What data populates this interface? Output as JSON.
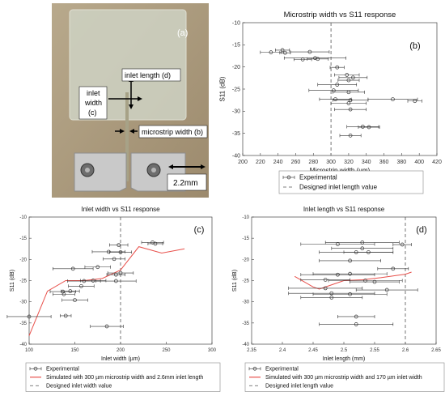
{
  "photo": {
    "panel_label": "(a)",
    "labels": {
      "inlet_length": "inlet length (d)",
      "inlet_width_1": "inlet",
      "inlet_width_2": "width",
      "inlet_width_3": "(c)",
      "microstrip_width": "microstrip width (b)",
      "scale": "2.2mm"
    }
  },
  "chart_data": [
    {
      "id": "b",
      "type": "scatter",
      "title": "Microstrip width vs S11 response",
      "panel_label": "(b)",
      "xlabel": "Microstrip width (µm)",
      "ylabel": "S11 (dB)",
      "xlim": [
        200,
        420
      ],
      "ylim": [
        -40,
        -10
      ],
      "xticks": [
        200,
        220,
        240,
        260,
        280,
        300,
        320,
        340,
        360,
        380,
        400,
        420
      ],
      "yticks": [
        -10,
        -15,
        -20,
        -25,
        -30,
        -35,
        -40
      ],
      "grid": false,
      "reference_line": {
        "x": 300
      },
      "legend": [
        "Experimental",
        "Designed inlet length value"
      ],
      "legend_position": "below",
      "points": [
        {
          "x": 232,
          "y": -16.7,
          "xerr": 12
        },
        {
          "x": 245,
          "y": -16.2,
          "xerr": 8
        },
        {
          "x": 248,
          "y": -16.8,
          "xerr": 6
        },
        {
          "x": 276,
          "y": -16.6,
          "xerr": 22
        },
        {
          "x": 282,
          "y": -18.0,
          "xerr": 35
        },
        {
          "x": 268,
          "y": -18.3,
          "xerr": 10
        },
        {
          "x": 285,
          "y": -18.2,
          "xerr": 12
        },
        {
          "x": 307,
          "y": -20.1,
          "xerr": 8
        },
        {
          "x": 318,
          "y": -21.8,
          "xerr": 14
        },
        {
          "x": 325,
          "y": -22.4,
          "xerr": 16
        },
        {
          "x": 320,
          "y": -23.0,
          "xerr": 12
        },
        {
          "x": 307,
          "y": -24.0,
          "xerr": 22
        },
        {
          "x": 303,
          "y": -25.3,
          "xerr": 28
        },
        {
          "x": 320,
          "y": -25.7,
          "xerr": 18
        },
        {
          "x": 305,
          "y": -27.3,
          "xerr": 18
        },
        {
          "x": 322,
          "y": -27.5,
          "xerr": 20
        },
        {
          "x": 370,
          "y": -27.3,
          "xerr": 28
        },
        {
          "x": 395,
          "y": -27.7,
          "xerr": 8
        },
        {
          "x": 320,
          "y": -28.2,
          "xerr": 20
        },
        {
          "x": 322,
          "y": -29.6,
          "xerr": 18
        },
        {
          "x": 336,
          "y": -33.5,
          "xerr": 18
        },
        {
          "x": 343,
          "y": -33.6,
          "xerr": 12
        },
        {
          "x": 322,
          "y": -35.5,
          "xerr": 12
        }
      ]
    },
    {
      "id": "c",
      "type": "scatter",
      "title": "Inlet width vs S11 response",
      "panel_label": "(c)",
      "xlabel": "Inlet width (µm)",
      "ylabel": "S11 (dB)",
      "xlim": [
        100,
        300
      ],
      "ylim": [
        -40,
        -10
      ],
      "xticks": [
        100,
        150,
        200,
        250,
        300
      ],
      "yticks": [
        -10,
        -15,
        -20,
        -25,
        -30,
        -35,
        -40
      ],
      "grid": false,
      "reference_line": {
        "x": 200
      },
      "legend": [
        "Experimental",
        "Simulated with 300 µm microstrip width and 2.6mm inlet length",
        "Designed inlet width value"
      ],
      "legend_position": "below",
      "points": [
        {
          "x": 235,
          "y": -16.0,
          "xerr": 12
        },
        {
          "x": 238,
          "y": -16.3,
          "xerr": 8
        },
        {
          "x": 198,
          "y": -16.6,
          "xerr": 10
        },
        {
          "x": 187,
          "y": -18.2,
          "xerr": 18
        },
        {
          "x": 200,
          "y": -18.3,
          "xerr": 12
        },
        {
          "x": 193,
          "y": -19.9,
          "xerr": 12
        },
        {
          "x": 175,
          "y": -21.8,
          "xerr": 14
        },
        {
          "x": 148,
          "y": -22.2,
          "xerr": 22
        },
        {
          "x": 195,
          "y": -23.6,
          "xerr": 10
        },
        {
          "x": 200,
          "y": -23.2,
          "xerr": 14
        },
        {
          "x": 170,
          "y": -25.0,
          "xerr": 14
        },
        {
          "x": 160,
          "y": -25.1,
          "xerr": 18
        },
        {
          "x": 195,
          "y": -25.1,
          "xerr": 22
        },
        {
          "x": 157,
          "y": -26.3,
          "xerr": 14
        },
        {
          "x": 137,
          "y": -27.6,
          "xerr": 14
        },
        {
          "x": 145,
          "y": -27.5,
          "xerr": 10
        },
        {
          "x": 138,
          "y": -28.2,
          "xerr": 12
        },
        {
          "x": 150,
          "y": -29.6,
          "xerr": 14
        },
        {
          "x": 100,
          "y": -33.5,
          "xerr": 24
        },
        {
          "x": 140,
          "y": -33.3,
          "xerr": 6
        },
        {
          "x": 185,
          "y": -35.8,
          "xerr": 18
        }
      ],
      "series": [
        {
          "type": "line",
          "x": [
            100,
            120,
            140,
            160,
            180,
            200,
            220,
            245,
            270
          ],
          "y": [
            -38.0,
            -27.5,
            -25.0,
            -25.0,
            -24.5,
            -22.5,
            -17.0,
            -18.5,
            -17.5
          ]
        }
      ]
    },
    {
      "id": "d",
      "type": "scatter",
      "title": "Inlet length vs S11 response",
      "panel_label": "(d)",
      "xlabel": "Inlet length (mm)",
      "ylabel": "S11 (dB)",
      "xlim": [
        2.35,
        2.65
      ],
      "ylim": [
        -40,
        -10
      ],
      "xticks": [
        2.35,
        2.4,
        2.45,
        2.5,
        2.55,
        2.6,
        2.65
      ],
      "yticks": [
        -10,
        -15,
        -20,
        -25,
        -30,
        -35,
        -40
      ],
      "grid": false,
      "reference_line": {
        "x": 2.6
      },
      "legend": [
        "Experimental",
        "Simulated with 300 µm microstrip width and 170 µm inlet width",
        "Designed inlet length value"
      ],
      "legend_position": "below",
      "points": [
        {
          "x": 2.53,
          "y": -16.0,
          "xerr": 0.06
        },
        {
          "x": 2.49,
          "y": -16.4,
          "xerr": 0.06
        },
        {
          "x": 2.595,
          "y": -16.5,
          "xerr": 0.015
        },
        {
          "x": 2.53,
          "y": -17.4,
          "xerr": 0.05
        },
        {
          "x": 2.52,
          "y": -18.3,
          "xerr": 0.06
        },
        {
          "x": 2.54,
          "y": -18.3,
          "xerr": 0.04
        },
        {
          "x": 2.51,
          "y": -20.3,
          "xerr": 0.05
        },
        {
          "x": 2.58,
          "y": -22.2,
          "xerr": 0.025
        },
        {
          "x": 2.51,
          "y": -23.4,
          "xerr": 0.06
        },
        {
          "x": 2.49,
          "y": -23.6,
          "xerr": 0.06
        },
        {
          "x": 2.47,
          "y": -24.8,
          "xerr": 0.04
        },
        {
          "x": 2.535,
          "y": -25.0,
          "xerr": 0.06
        },
        {
          "x": 2.55,
          "y": -25.3,
          "xerr": 0.04
        },
        {
          "x": 2.47,
          "y": -26.8,
          "xerr": 0.06
        },
        {
          "x": 2.57,
          "y": -27.2,
          "xerr": 0.05
        },
        {
          "x": 2.48,
          "y": -28.0,
          "xerr": 0.07
        },
        {
          "x": 2.51,
          "y": -28.2,
          "xerr": 0.06
        },
        {
          "x": 2.48,
          "y": -29.0,
          "xerr": 0.05
        },
        {
          "x": 2.52,
          "y": -33.5,
          "xerr": 0.03
        },
        {
          "x": 2.52,
          "y": -35.3,
          "xerr": 0.06
        }
      ],
      "series": [
        {
          "type": "line",
          "x": [
            2.42,
            2.45,
            2.46,
            2.48,
            2.5,
            2.53,
            2.56,
            2.6,
            2.61
          ],
          "y": [
            -24.0,
            -26.5,
            -27.0,
            -26.0,
            -25.0,
            -24.8,
            -24.3,
            -23.5,
            -23.0
          ]
        }
      ]
    }
  ]
}
